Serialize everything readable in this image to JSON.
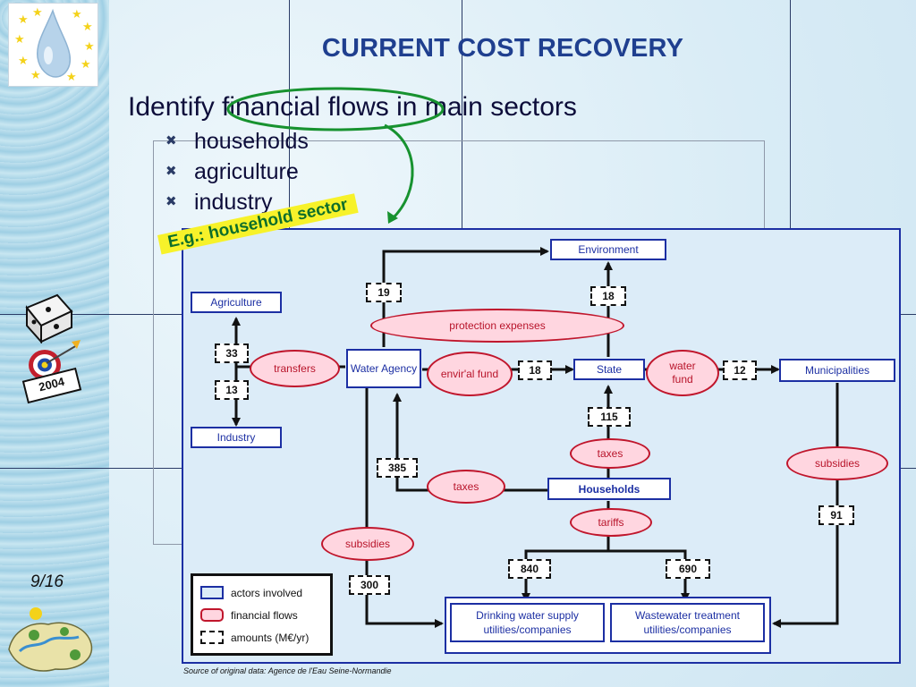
{
  "slide": {
    "title": "CURRENT COST RECOVERY",
    "heading": "Identify financial flows in main sectors",
    "bullets": [
      "households",
      "agriculture",
      "industry"
    ],
    "callout": "E.g.: household sector",
    "page_number": "9/16",
    "badge_year": "2004",
    "source": "Source of original data: Agence de l'Eau Seine-Normandie"
  },
  "diagram": {
    "actors": {
      "environment": "Environment",
      "agriculture": "Agriculture",
      "industry": "Industry",
      "water_agency": "Water Agency",
      "state": "State",
      "municipalities": "Municipalities",
      "households": "Households",
      "drinking_water": "Drinking water supply utilities/companies",
      "wastewater": "Wastewater treatment utilities/companies"
    },
    "flows": {
      "protection_expenses": "protection expenses",
      "transfers": "transfers",
      "envir_fund": "envir'al fund",
      "water_fund": "water fund",
      "taxes_state": "taxes",
      "taxes_agency": "taxes",
      "tariffs": "tariffs",
      "subsidies_agency": "subsidies",
      "subsidies_municipal": "subsidies"
    },
    "amounts": {
      "agency_to_environment": "19",
      "state_to_environment": "18",
      "agriculture": "33",
      "industry": "13",
      "envir_fund": "18",
      "water_fund": "12",
      "households_to_state": "115",
      "households_to_agency": "385",
      "municipal_subsidies": "91",
      "drinking_water": "840",
      "wastewater": "690",
      "agency_subsidies": "300"
    },
    "legend": {
      "actors": "actors involved",
      "flows": "financial flows",
      "amounts": "amounts (M€/yr)"
    }
  },
  "colors": {
    "title": "#1f3f8f",
    "actor_border": "#1c2fa3",
    "flow_border": "#c0162c",
    "flow_fill": "#ffd6e0",
    "panel_fill": "#dcecf8",
    "callout_fill": "#f7f22a",
    "callout_text": "#0e6e2a",
    "highlight_ring": "#17922f"
  },
  "icons": [
    "water-drop-eu-logo-icon",
    "dice-icon",
    "target-dart-icon",
    "island-map-icon",
    "x-bullet-icon"
  ]
}
